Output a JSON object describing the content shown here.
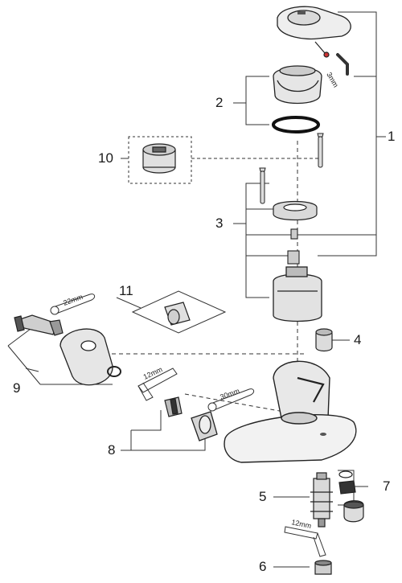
{
  "diagram": {
    "type": "exploded-parts-drawing",
    "callouts": [
      {
        "id": "1",
        "label": "1"
      },
      {
        "id": "2",
        "label": "2"
      },
      {
        "id": "3",
        "label": "3"
      },
      {
        "id": "4",
        "label": "4"
      },
      {
        "id": "5",
        "label": "5"
      },
      {
        "id": "6",
        "label": "6"
      },
      {
        "id": "7",
        "label": "7"
      },
      {
        "id": "8",
        "label": "8"
      },
      {
        "id": "9",
        "label": "9"
      },
      {
        "id": "10",
        "label": "10"
      },
      {
        "id": "11",
        "label": "11"
      }
    ],
    "tool_sizes": {
      "allen_key_lever": "3mm",
      "wrench_wall": "22mm",
      "allen_key_spout": "12mm",
      "wrench_connector": "30mm",
      "allen_key_aerator": "12mm"
    }
  }
}
